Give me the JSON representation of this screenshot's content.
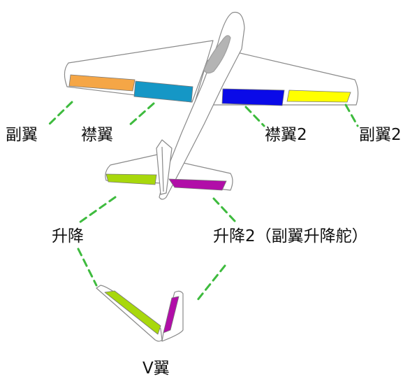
{
  "labels": {
    "aileron_left": "副翼",
    "flap_left": "襟翼",
    "flap_right": "襟翼2",
    "aileron_right": "副翼2",
    "elevator_left": "升降",
    "elevator_right": "升降2（副翼升降舵）",
    "vtail": "V翼"
  },
  "colors": {
    "aileron_left": "#f5a646",
    "flap_left": "#1597c6",
    "flap_right": "#0a0ae8",
    "aileron_right": "#ffff00",
    "elevator_left": "#a8d80c",
    "elevator_right": "#b10ea8",
    "leader": "#3ebb3e",
    "canopy": "#b4b4b4"
  }
}
